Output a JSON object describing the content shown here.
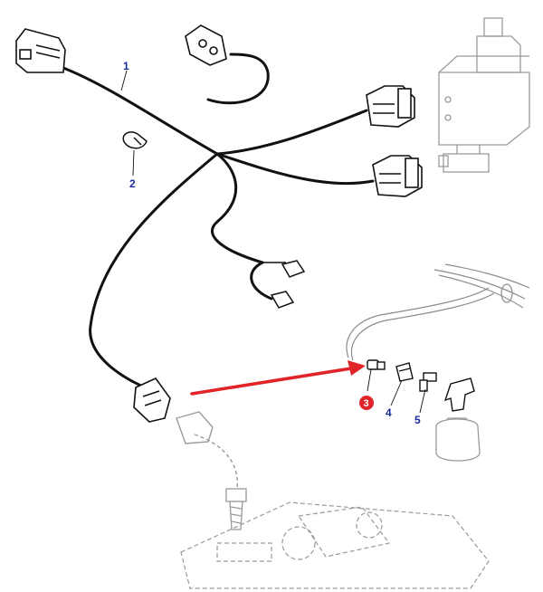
{
  "diagram": {
    "callouts": [
      {
        "id": "c1",
        "label": "1"
      },
      {
        "id": "c2",
        "label": "2"
      },
      {
        "id": "c3",
        "label": "3",
        "highlighted": true
      },
      {
        "id": "c4",
        "label": "4"
      },
      {
        "id": "c5",
        "label": "5"
      }
    ],
    "components": [
      "wiring-harness",
      "cable-clip",
      "sensor-connector",
      "adapter",
      "tee-fitting"
    ]
  },
  "colors": {
    "line": "#111111",
    "light_line": "#9a9a9a",
    "callout_text": "#1a2a9c",
    "highlight": "#e0242a",
    "arrow": "#e0242a"
  }
}
